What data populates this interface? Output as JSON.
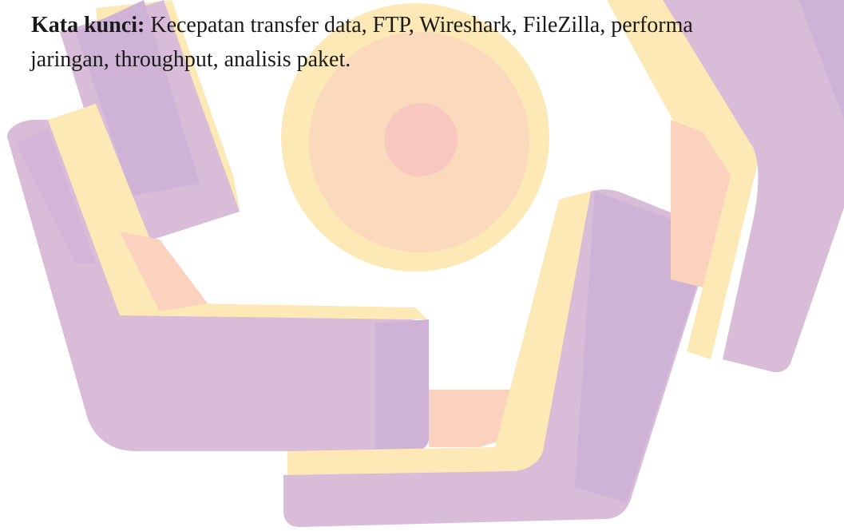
{
  "keywords": {
    "label": "Kata kunci:",
    "line1": "Kecepatan transfer data, FTP, Wireshark, FileZilla, performa",
    "line2": "jaringan, throughput, analisis paket."
  },
  "watermark": {
    "colors": {
      "purple": "#d9bcd8",
      "purple_dark": "#cfb3d7",
      "yellow": "#fde9b6",
      "peach": "#fbd2bd",
      "pink": "#f8c8bf"
    }
  }
}
